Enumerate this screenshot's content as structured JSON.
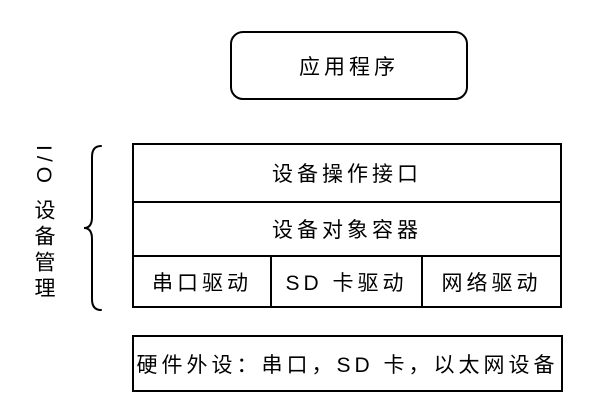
{
  "colors": {
    "background": "#ffffff",
    "line": "#000000",
    "text": "#000000"
  },
  "diagram": {
    "application_box": "应用程序",
    "side_label": "I/O 设备管理",
    "management_layers": [
      "设备操作接口",
      "设备对象容器"
    ],
    "drivers": [
      "串口驱动",
      "SD 卡驱动",
      "网络驱动"
    ],
    "hardware_box": "硬件外设：串口，SD 卡，以太网设备"
  }
}
